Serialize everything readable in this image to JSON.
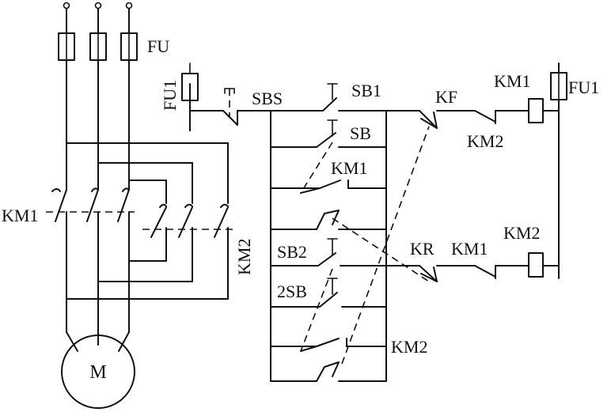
{
  "labels": {
    "fu": "FU",
    "fu1_left": "FU1",
    "fu1_right": "FU1",
    "sbs": "SBS",
    "sb1": "SB1",
    "sb": "SB",
    "km1_hold": "KM1",
    "km1_main": "KM1",
    "km2_vertical": "KM2",
    "sb2": "SB2",
    "sb2b": "2SB",
    "km2_hold": "KM2",
    "kf": "KF",
    "km2_interlock": "KM2",
    "km1_coil": "KM1",
    "kr": "KR",
    "km1_interlock": "KM1",
    "km2_coil": "KM2",
    "motor": "M"
  },
  "colors": {
    "ink": "#111111",
    "background": "#ffffff"
  }
}
